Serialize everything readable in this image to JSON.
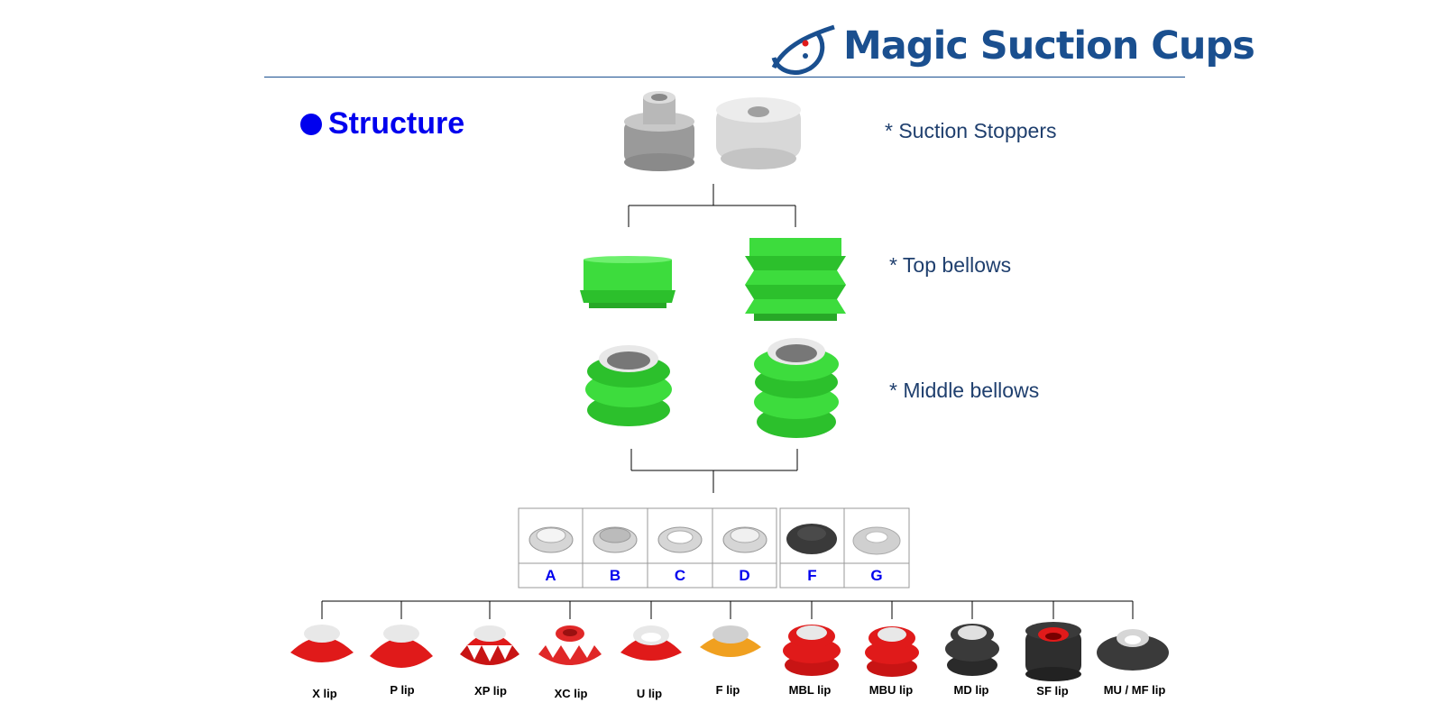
{
  "header": {
    "title": "Magic Suction Cups"
  },
  "section": {
    "title": "Structure"
  },
  "categories": {
    "stoppers": "* Suction Stoppers",
    "top_bellows": "* Top bellows",
    "middle_bellows": "* Middle bellows"
  },
  "inserts": [
    "A",
    "B",
    "C",
    "D",
    "F",
    "G"
  ],
  "lips": [
    "X lip",
    "P lip",
    "XP lip",
    "XC lip",
    "U lip",
    "F lip",
    "MBL lip",
    "MBU lip",
    "MD lip",
    "SF lip",
    "MU / MF lip"
  ],
  "colors": {
    "brand": "#1a4f8f",
    "accent": "#0000ee",
    "bellows_green": "#3ddc3d",
    "lip_red": "#e01a1a",
    "lip_orange": "#f0a020",
    "lip_black": "#3a3a3a"
  }
}
